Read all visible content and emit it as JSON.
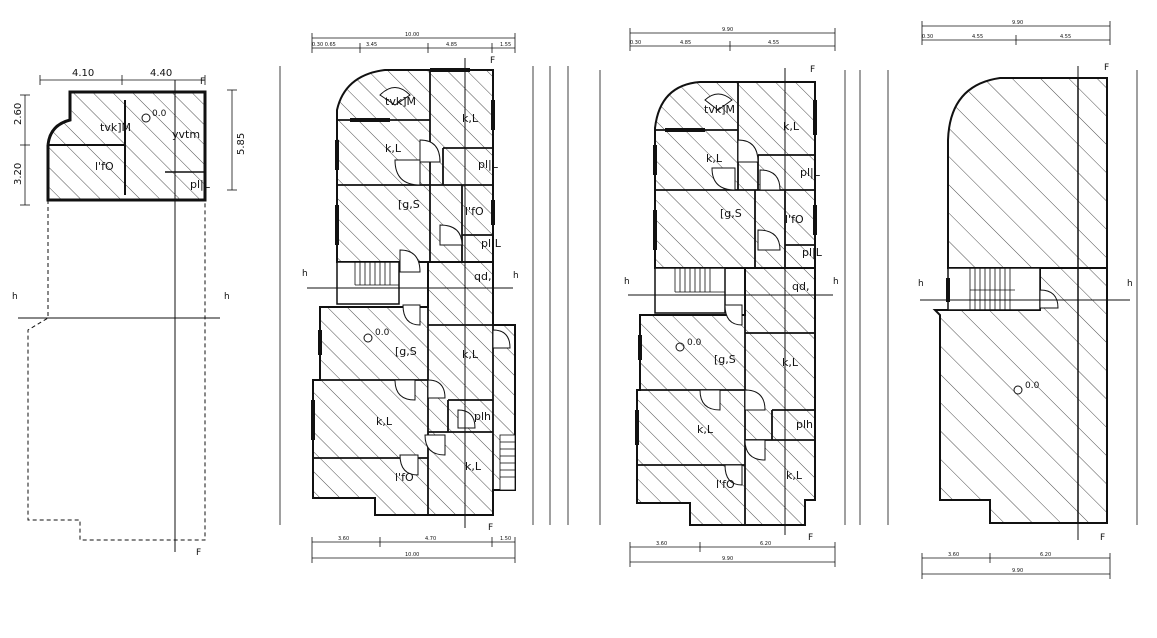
{
  "colors": {
    "ink": "#111111",
    "hatch": "#222222",
    "background": "#ffffff"
  },
  "plan1": {
    "dims_top": [
      "4.10",
      "4.40"
    ],
    "dims_left": [
      "2.60",
      "3.20"
    ],
    "dim_right": "5.85",
    "rooms": [
      "tvk]M",
      "yvtm",
      "l'fO",
      "pl|L"
    ],
    "level": "0.0",
    "section_h": "h",
    "section_f": "F"
  },
  "plan2": {
    "dims_top_total": "10.00",
    "dims_top": [
      "0.30 0.65",
      "3.45",
      "4.85",
      "1.55"
    ],
    "dims_bottom": [
      "3.60",
      "4.70",
      "1.50"
    ],
    "dims_bottom_total": "10.00",
    "rooms": [
      "tvk]M",
      "k,L",
      "k,L",
      "pl|L",
      "[g,S",
      "l'fO",
      "pl|L",
      "qd,",
      "[g,S",
      "k,L",
      "k,L",
      "plh",
      "l'fO",
      "k,L"
    ],
    "level": "0.0",
    "section_h": "h",
    "section_f": "F"
  },
  "plan3": {
    "dims_top_total": "9.90",
    "dims_top": [
      "0.30",
      "4.85",
      "4.55"
    ],
    "dims_bottom": [
      "3.60",
      "6.20"
    ],
    "dims_bottom_total": "9.90",
    "rooms": [
      "tvk]M",
      "k,L",
      "k,L",
      "pl|L",
      "[g,S",
      "l'fO",
      "pl|L",
      "qd,",
      "[g,S",
      "k,L",
      "k,L",
      "plh",
      "l'fO",
      "k,L"
    ],
    "level": "0.0",
    "section_h": "h",
    "section_f": "F"
  },
  "plan4": {
    "dims_top_total": "9.90",
    "dims_top": [
      "0.30",
      "4.55",
      "4.55"
    ],
    "dims_bottom": [
      "3.60",
      "6.20"
    ],
    "dims_bottom_total": "9.90",
    "level": "0.0",
    "section_h": "h",
    "section_f": "F"
  }
}
